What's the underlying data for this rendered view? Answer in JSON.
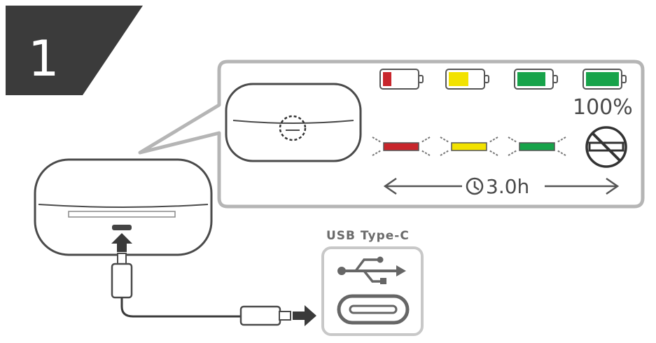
{
  "step": {
    "number": "1"
  },
  "charge_states": {
    "full_label": "100%",
    "levels": [
      {
        "state": "low",
        "color": "#c8262c",
        "fill": 0.25
      },
      {
        "state": "medium",
        "color": "#f2e200",
        "fill": 0.6
      },
      {
        "state": "high",
        "color": "#17a34a",
        "fill": 0.85
      },
      {
        "state": "full",
        "color": "#17a34a",
        "fill": 1.0
      }
    ],
    "blink_colors": [
      "#c8262c",
      "#f2e200",
      "#17a34a"
    ]
  },
  "charge_duration": {
    "label": "3.0h"
  },
  "usb": {
    "title": "USB Type-C"
  },
  "colors": {
    "banner": "#3b3b3b",
    "outline": "#4a4a4a",
    "panel_border": "#b5b5b5",
    "arrow": "#3a3a3a"
  },
  "icons": [
    "clock-icon",
    "no-light-icon",
    "usb-symbol-icon",
    "usb-c-port-icon",
    "arrow-up-icon",
    "arrow-right-icon",
    "double-arrow-icon"
  ]
}
